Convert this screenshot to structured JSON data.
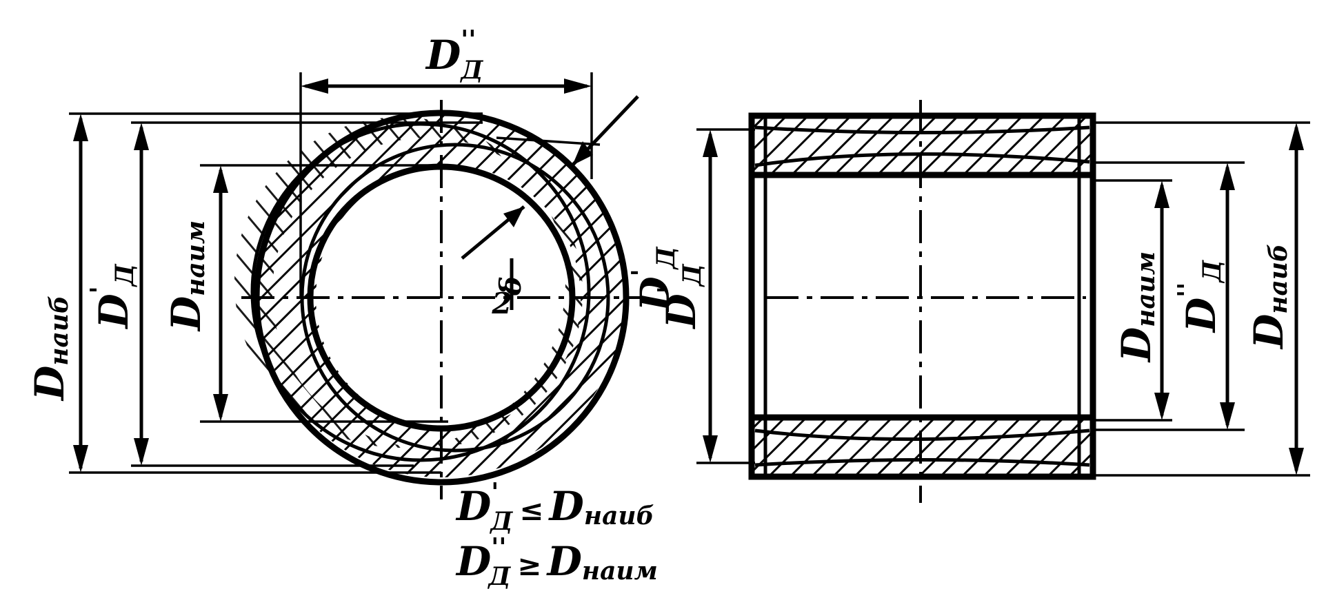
{
  "left_view": {
    "label_dd_top": "D",
    "label_dd_top_sub": "Д",
    "label_dd_top_primes": "''",
    "label_dmax": "D",
    "label_dmax_sub": "наиб",
    "label_dprime": "D",
    "label_dprime_sub": "Д",
    "label_dprime_prime": "'",
    "label_dmin": "D",
    "label_dmin_sub": "наим",
    "label_delta": "δ",
    "label_delta_den": "2",
    "label_dprime_right": "D",
    "label_dprime_right_sub": "Д",
    "label_dprime_right_prime": "'"
  },
  "formulas": {
    "f1_d": "D",
    "f1_sub": "Д",
    "f1_prime": "'",
    "f1_op": "≤",
    "f1_rhs": "D",
    "f1_rhs_sub": "наиб",
    "f2_d": "D",
    "f2_sub": "Д",
    "f2_prime": "''",
    "f2_op": "≥",
    "f2_rhs": "D",
    "f2_rhs_sub": "наим"
  },
  "right_view": {
    "label_dprime": "D",
    "label_dprime_sub": "Д",
    "label_dprime_prime": "'",
    "label_dmin": "D",
    "label_dmin_sub": "наим",
    "label_dd": "D",
    "label_dd_sub": "Д",
    "label_dd_primes": "''",
    "label_dmax": "D",
    "label_dmax_sub": "наиб"
  }
}
